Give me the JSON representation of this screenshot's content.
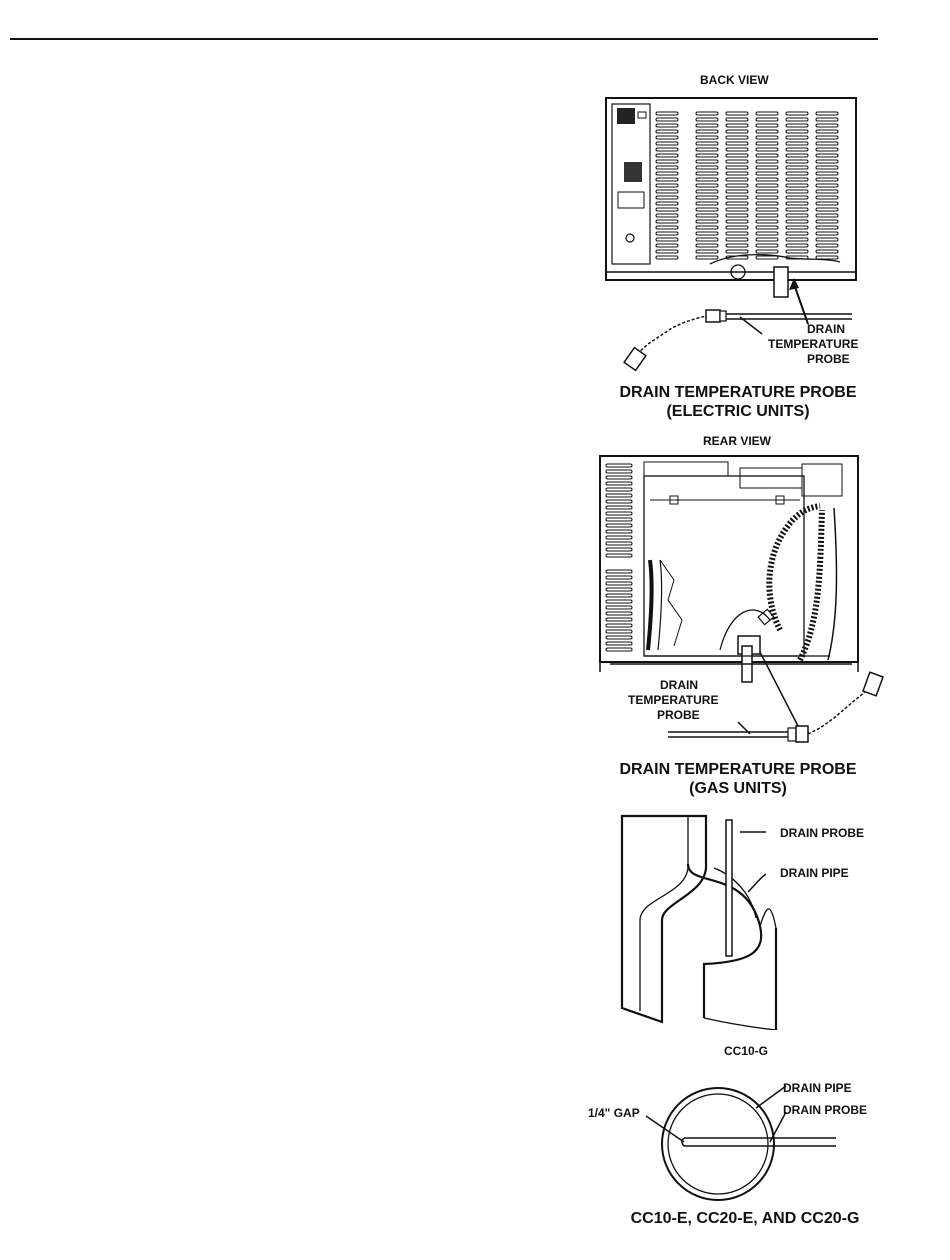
{
  "header": {
    "rule": true
  },
  "figure_electric": {
    "view_label": "BACK VIEW",
    "callout_line1": "DRAIN",
    "callout_line2": "TEMPERATURE",
    "callout_line3": "PROBE",
    "caption_line1": "DRAIN TEMPERATURE PROBE",
    "caption_line2": "(ELECTRIC UNITS)"
  },
  "figure_gas": {
    "view_label": "REAR VIEW",
    "callout_line1": "DRAIN",
    "callout_line2": "TEMPERATURE",
    "callout_line3": "PROBE",
    "caption_line1": "DRAIN TEMPERATURE PROBE",
    "caption_line2": "(GAS UNITS)"
  },
  "figure_cc10g": {
    "label_probe": "DRAIN PROBE",
    "label_pipe": "DRAIN PIPE",
    "caption": "CC10-G"
  },
  "figure_cc10e": {
    "label_pipe": "DRAIN PIPE",
    "label_probe": "DRAIN PROBE",
    "label_gap": "1/4\" GAP",
    "caption": "CC10-E, CC20-E, AND CC20-G"
  }
}
